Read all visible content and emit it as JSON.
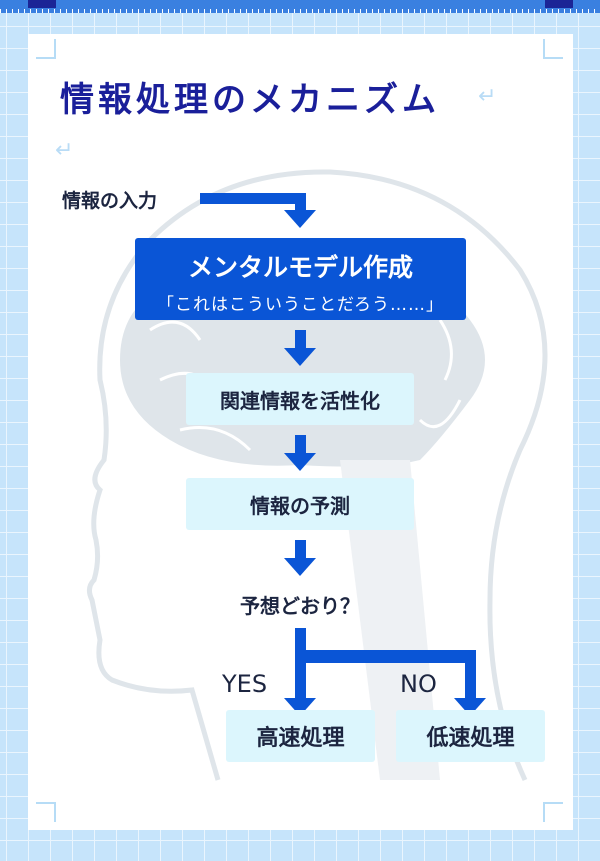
{
  "title": "情報処理のメカニズム",
  "return_mark": "↵",
  "input_label": "情報の入力",
  "mental_model": {
    "title": "メンタルモデル作成",
    "subtitle": "「これはこういうことだろう……」"
  },
  "step2": "関連情報を活性化",
  "step3": "情報の予測",
  "question": "予想どおり？",
  "yes_label": "YES",
  "no_label": "NO",
  "yes_result": "高速処理",
  "no_result": "低速処理",
  "colors": {
    "accent": "#0a55d6",
    "title": "#1a1f9a",
    "box": "#dcf6fd"
  }
}
